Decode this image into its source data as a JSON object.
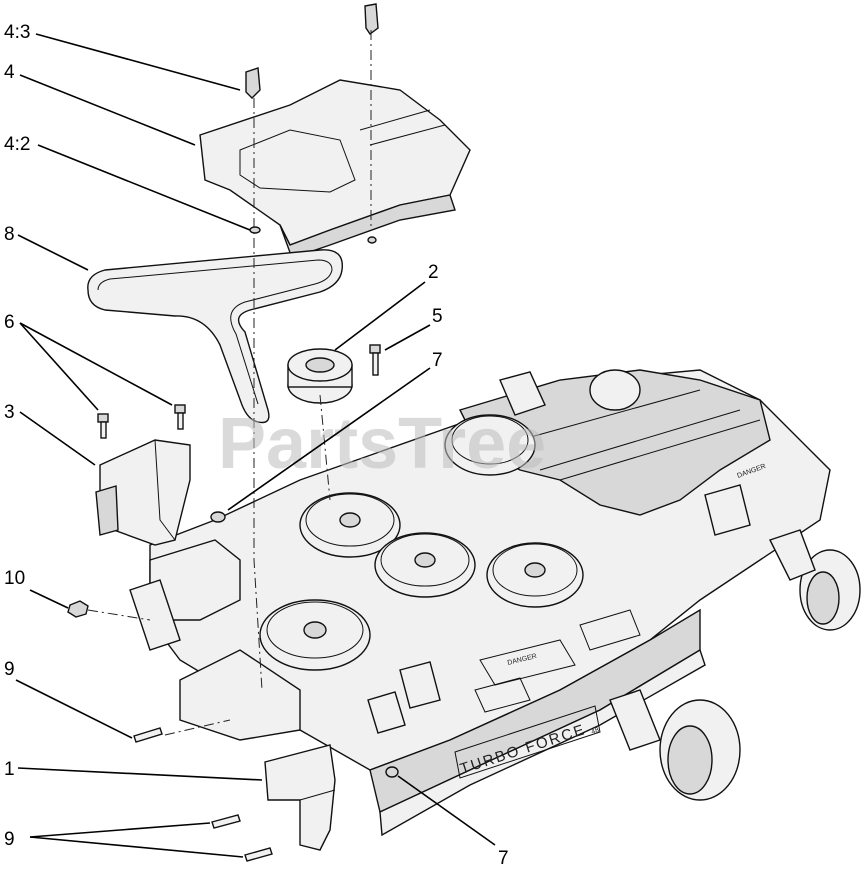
{
  "watermark": "PartsTree",
  "deck_label": {
    "brand": "TURBO FORCE",
    "size": "48",
    "danger": "DANGER"
  },
  "callouts": [
    {
      "id": "c43",
      "label": "4:3"
    },
    {
      "id": "c4",
      "label": "4"
    },
    {
      "id": "c42",
      "label": "4:2"
    },
    {
      "id": "c8",
      "label": "8"
    },
    {
      "id": "c2",
      "label": "2"
    },
    {
      "id": "c5",
      "label": "5"
    },
    {
      "id": "c6",
      "label": "6"
    },
    {
      "id": "c7a",
      "label": "7"
    },
    {
      "id": "c3",
      "label": "3"
    },
    {
      "id": "c10",
      "label": "10"
    },
    {
      "id": "c9a",
      "label": "9"
    },
    {
      "id": "c1",
      "label": "1"
    },
    {
      "id": "c9b",
      "label": "9"
    },
    {
      "id": "c7b",
      "label": "7"
    }
  ]
}
